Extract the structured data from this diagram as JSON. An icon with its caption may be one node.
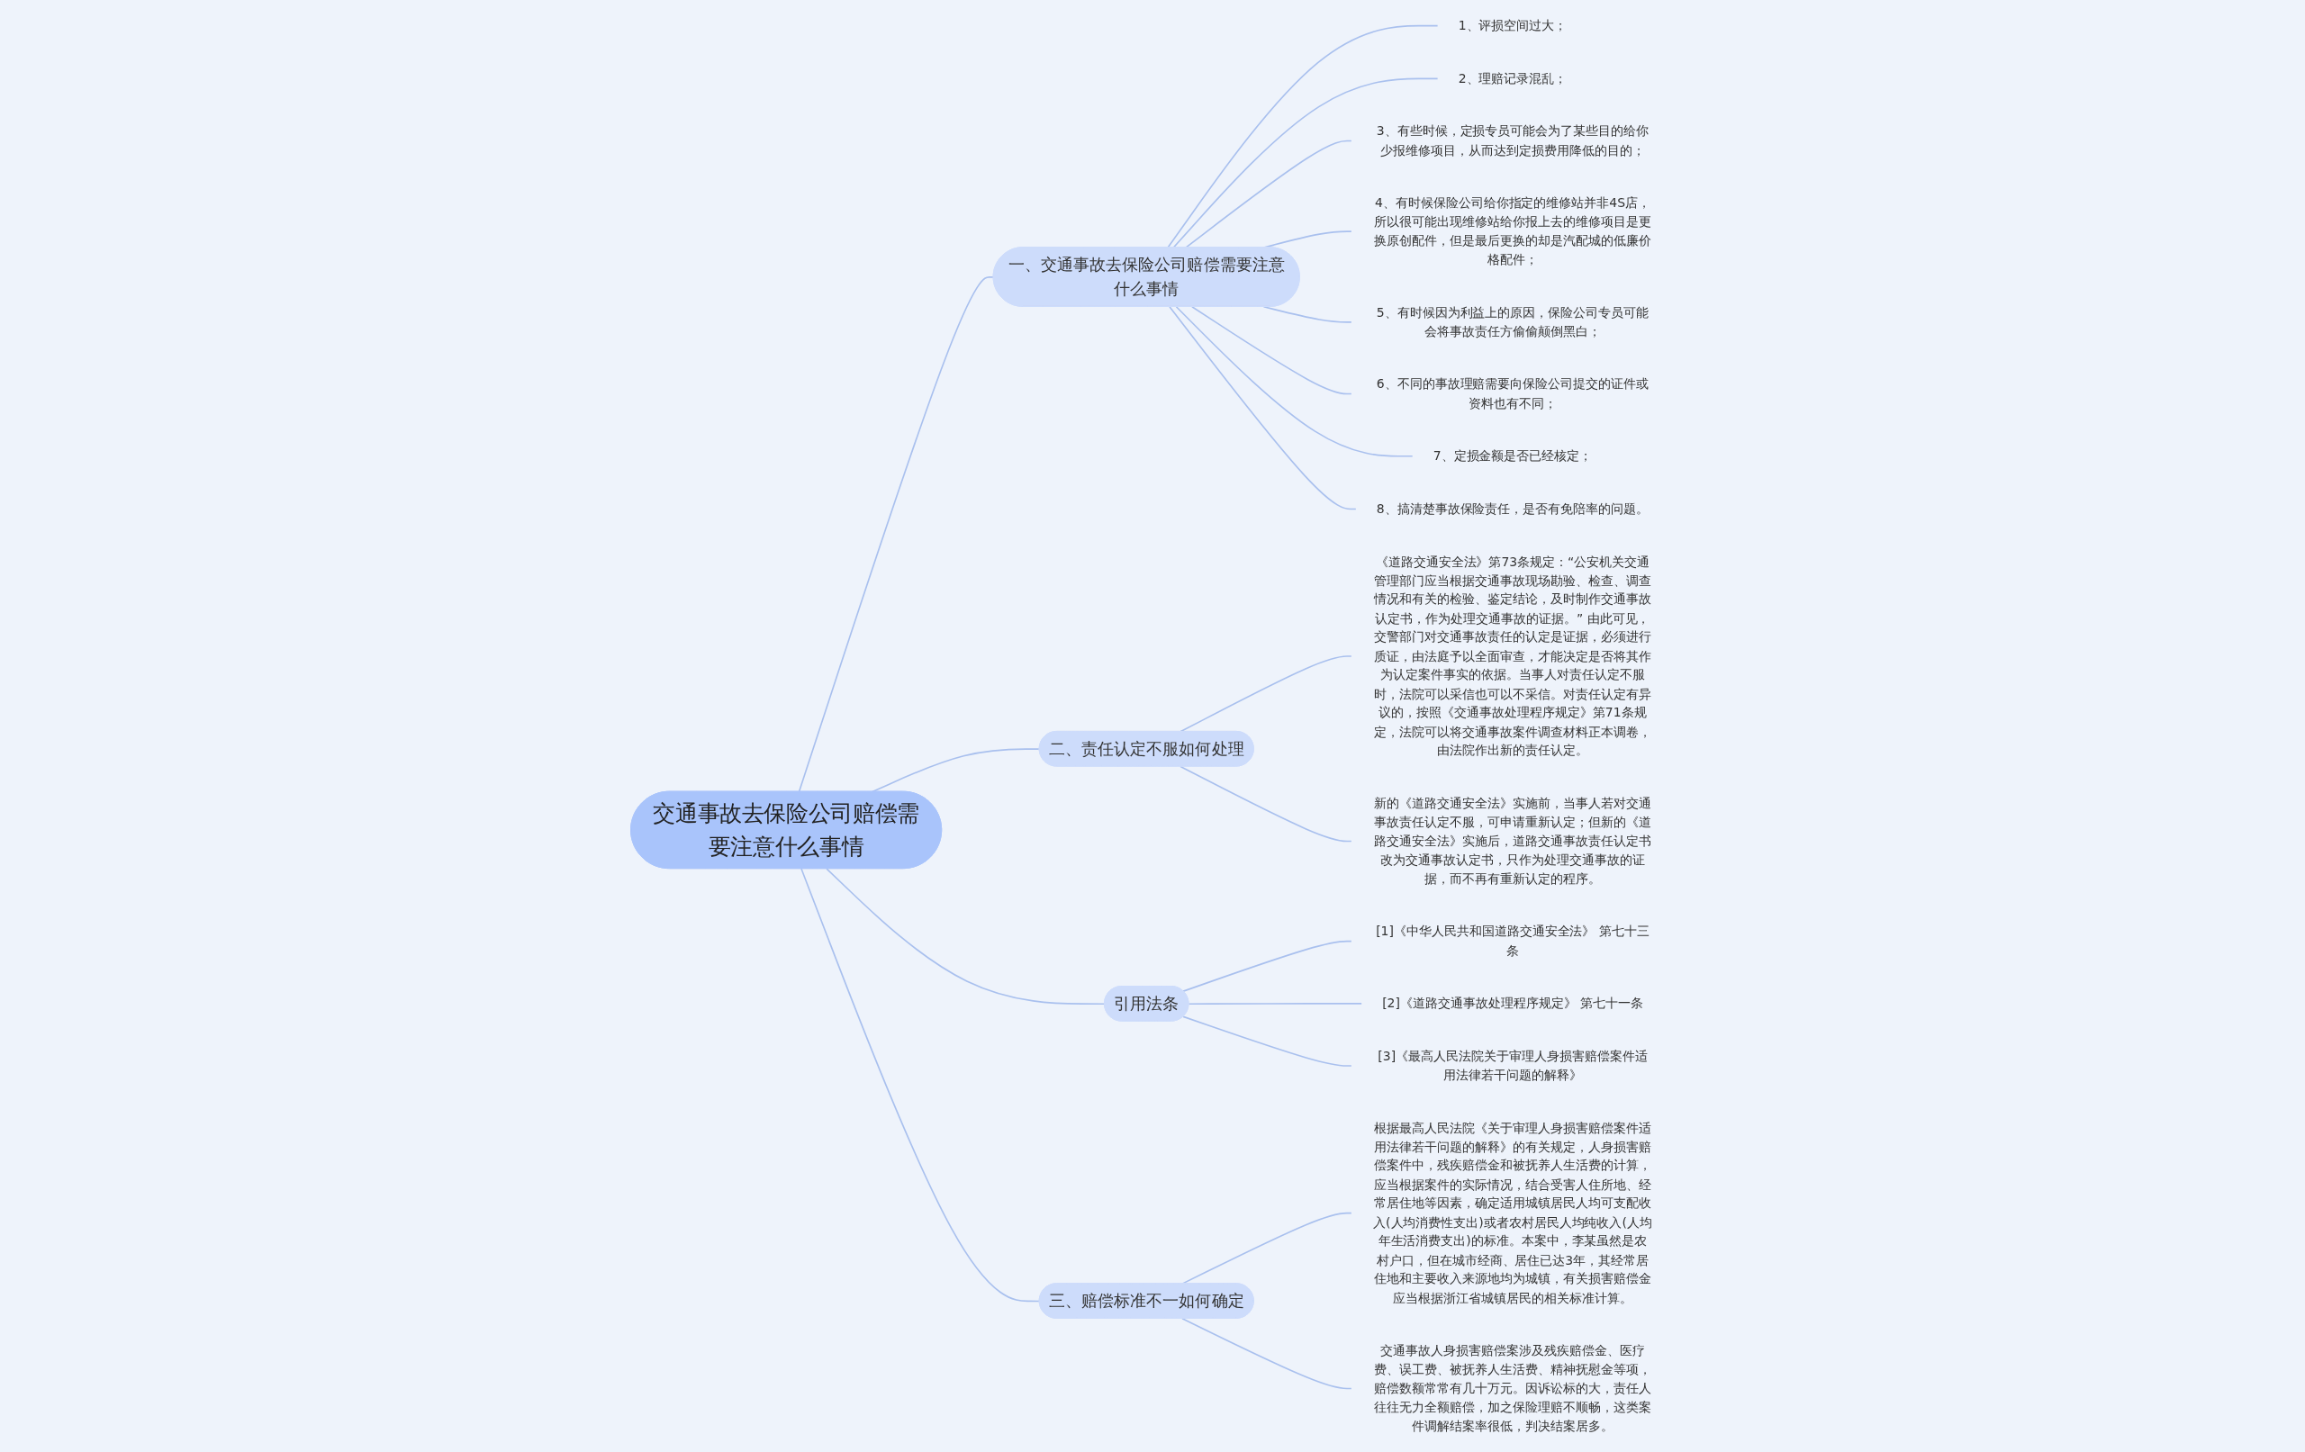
{
  "diagram": {
    "nodes": [
      {
        "text": [
          "交通事故去保险公司赔偿需要注意什么事情"
        ]
      },
      {
        "text": [
          "一、交通事故去保险公司赔偿需要注意什么事情"
        ]
      },
      {
        "text": [
          "1、评损空间过大；"
        ]
      },
      {
        "text": [
          "2、理赔记录混乱；"
        ]
      },
      {
        "text": [
          "3、有些时候，定损专员可能会为了某些目的给你少报维修项目，从而达到定损费用降低的目的；"
        ]
      },
      {
        "text": [
          "4、有时候保险公司给你指定的维修站并非4S店，所以很可能出现维修站给你报上去的维修项目是更换原创配件，但是最后更换的却是汽配城的低廉价格配件；"
        ]
      },
      {
        "text": [
          "5、有时候因为利益上的原因，保险公司专员可能会将事故责任方偷偷颠倒黑白；"
        ]
      },
      {
        "text": [
          "6、不同的事故理赔需要向保险公司提交的证件或资料也有不同；"
        ]
      },
      {
        "text": [
          "7、定损金额是否已经核定；"
        ]
      },
      {
        "text": [
          "8、搞清楚事故保险责任，是否有免陪率的问题。"
        ]
      },
      {
        "text": [
          "二、责任认定不服如何处理"
        ]
      },
      {
        "text": [
          "《道路交通安全法》第73条规定：“公安机关交通管理部门应当根据交通事故现场勘验、检查、调查情况和有关的检验、鉴定结论，及时制作交通事故认定书，作为处理交通事故的证据。” 由此可见，交警部门对交通事故责任的认定是证据，必须进行质证，由法庭予以全面审查，才能决定是否将其作为认定案件事实的依据。当事人对责任认定不服时，法院可以采信也可以不采信。对责任认定有异议的，按照《交通事故处理程序规定》第71条规定，法院可以将交通事故案件调查材料正本调卷，由法院作出新的责任认定。"
        ]
      },
      {
        "text": [
          "新的《道路交通安全法》实施前，当事人若对交通事故责任认定不服，可申请重新认定；但新的《道路交通安全法》实施后，道路交通事故责任认定书改为交通事故认定书，只作为处理交通事故的证据，而不再有重新认定的程序。"
        ]
      },
      {
        "text": [
          "引用法条"
        ]
      },
      {
        "text": [
          "[1]《中华人民共和国道路交通安全法》 第七十三条"
        ]
      },
      {
        "text": [
          "[2]《道路交通事故处理程序规定》 第七十一条"
        ]
      },
      {
        "text": [
          "[3]《最高人民法院关于审理人身损害赔偿案件适用法律若干问题的解释》"
        ]
      },
      {
        "text": [
          "三、赔偿标准不一如何确定"
        ]
      },
      {
        "text": [
          "根据最高人民法院《关于审理人身损害赔偿案件适用法律若干问题的解释》的有关规定，人身损害赔偿案件中，残疾赔偿金和被抚养人生活费的计算，应当根据案件的实际情况，结合受害人住所地、经常居住地等因素，确定适用城镇居民人均可支配收入(人均消费性支出)或者农村居民人均纯收入(人均年生活消费支出)的标准。本案中，李某虽然是农村户口，但在城市经商、居住已达3年，其经常居住地和主要收入来源地均为城镇，有关损害赔偿金应当根据浙江省城镇居民的相关标准计算。"
        ]
      },
      {
        "text": [
          "交通事故人身损害赔偿案涉及残疾赔偿金、医疗费、误工费、被抚养人生活费、精神抚慰金等项，赔偿数额常常有几十万元。因诉讼标的大，责任人往往无力全额赔偿，加之保险理赔不顺畅，这类案件调解结案率很低，判决结案居多。"
        ]
      }
    ],
    "edges": [
      {
        "from": 0,
        "to": 1,
        "arrow": "none"
      },
      {
        "from": 1,
        "to": 2,
        "arrow": "none"
      },
      {
        "from": 1,
        "to": 3,
        "arrow": "none"
      },
      {
        "from": 1,
        "to": 4,
        "arrow": "none"
      },
      {
        "from": 1,
        "to": 5,
        "arrow": "none"
      },
      {
        "from": 1,
        "to": 6,
        "arrow": "none"
      },
      {
        "from": 1,
        "to": 7,
        "arrow": "none"
      },
      {
        "from": 1,
        "to": 8,
        "arrow": "none"
      },
      {
        "from": 1,
        "to": 9,
        "arrow": "none"
      },
      {
        "from": 0,
        "to": 10,
        "arrow": "none"
      },
      {
        "from": 10,
        "to": 11,
        "arrow": "none"
      },
      {
        "from": 10,
        "to": 12,
        "arrow": "none"
      },
      {
        "from": 0,
        "to": 13,
        "arrow": "none"
      },
      {
        "from": 13,
        "to": 14,
        "arrow": "none"
      },
      {
        "from": 13,
        "to": 15,
        "arrow": "none"
      },
      {
        "from": 13,
        "to": 16,
        "arrow": "none"
      },
      {
        "from": 0,
        "to": 17,
        "arrow": "none"
      },
      {
        "from": 17,
        "to": 18,
        "arrow": "none"
      },
      {
        "from": 17,
        "to": 19,
        "arrow": "none"
      }
    ]
  }
}
